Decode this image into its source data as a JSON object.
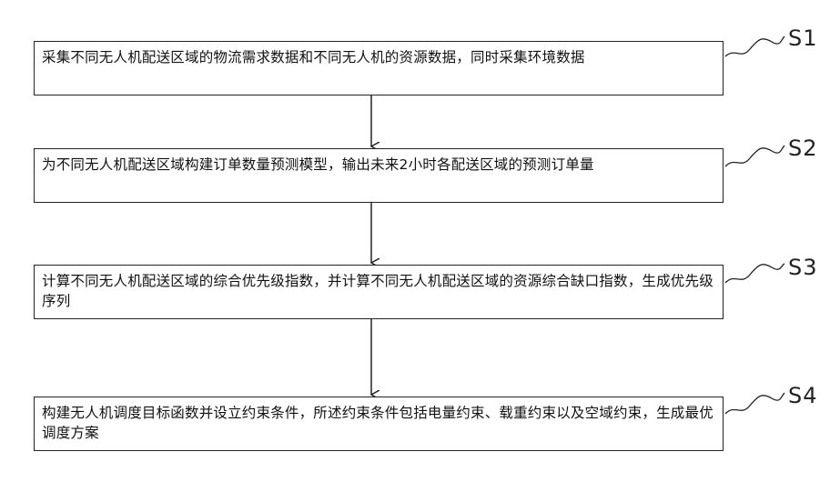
{
  "steps": [
    {
      "label": "S1",
      "text": "采集不同无人机配送区域的物流需求数据和不同无人机的资源数据，同时采集环境数据"
    },
    {
      "label": "S2",
      "text": "为不同无人机配送区域构建订单数量预测模型，输出未来2小时各配送区域的预测订单量"
    },
    {
      "label": "S3",
      "text": "计算不同无人机配送区域的综合优先级指数，并计算不同无人机配送区域的资源综合缺口指数，生成优先级序列"
    },
    {
      "label": "S4",
      "text": "构建无人机调度目标函数并设立约束条件，所述约束条件包括电量约束、载重约束以及空域约束，生成最优调度方案"
    }
  ],
  "colors": {
    "stroke": "#222222",
    "background": "#ffffff"
  }
}
